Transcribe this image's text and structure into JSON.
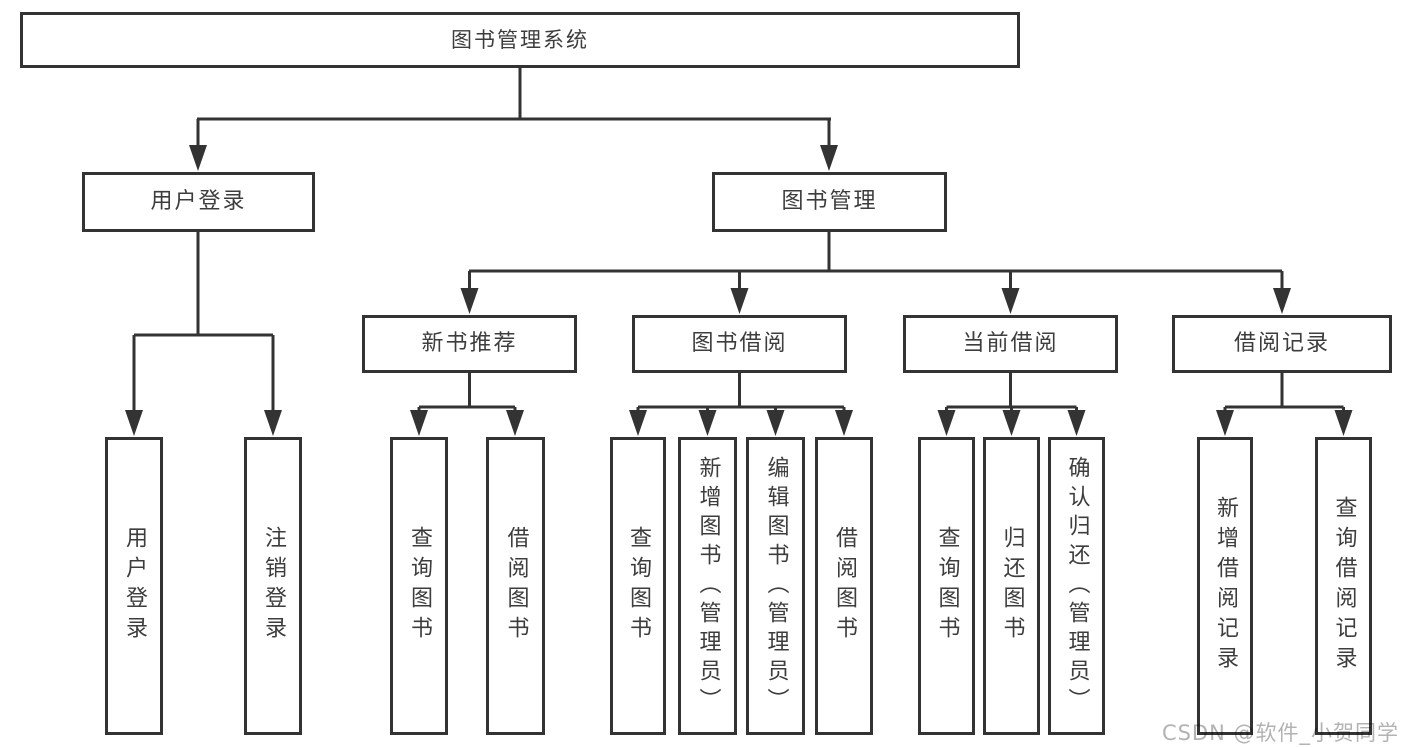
{
  "colors": {
    "line": "#333333",
    "text": "#3d3d3d",
    "watermark": "#b3b3b3"
  },
  "root": {
    "label": "图书管理系统"
  },
  "branches": [
    {
      "label": "用户登录",
      "children": [
        {
          "label": "用户登录"
        },
        {
          "label": "注销登录"
        }
      ]
    },
    {
      "label": "图书管理",
      "children": [
        {
          "label": "新书推荐",
          "children": [
            {
              "label": "查询图书"
            },
            {
              "label": "借阅图书"
            }
          ]
        },
        {
          "label": "图书借阅",
          "children": [
            {
              "label": "查询图书"
            },
            {
              "label": "新增图书（管理员）"
            },
            {
              "label": "编辑图书（管理员）"
            },
            {
              "label": "借阅图书"
            }
          ]
        },
        {
          "label": "当前借阅",
          "children": [
            {
              "label": "查询图书"
            },
            {
              "label": "归还图书"
            },
            {
              "label": "确认归还（管理员）"
            }
          ]
        },
        {
          "label": "借阅记录",
          "children": [
            {
              "label": "新增借阅记录"
            },
            {
              "label": "查询借阅记录"
            }
          ]
        }
      ]
    }
  ],
  "watermark": {
    "text": "CSDN @软件_小贺同学"
  }
}
